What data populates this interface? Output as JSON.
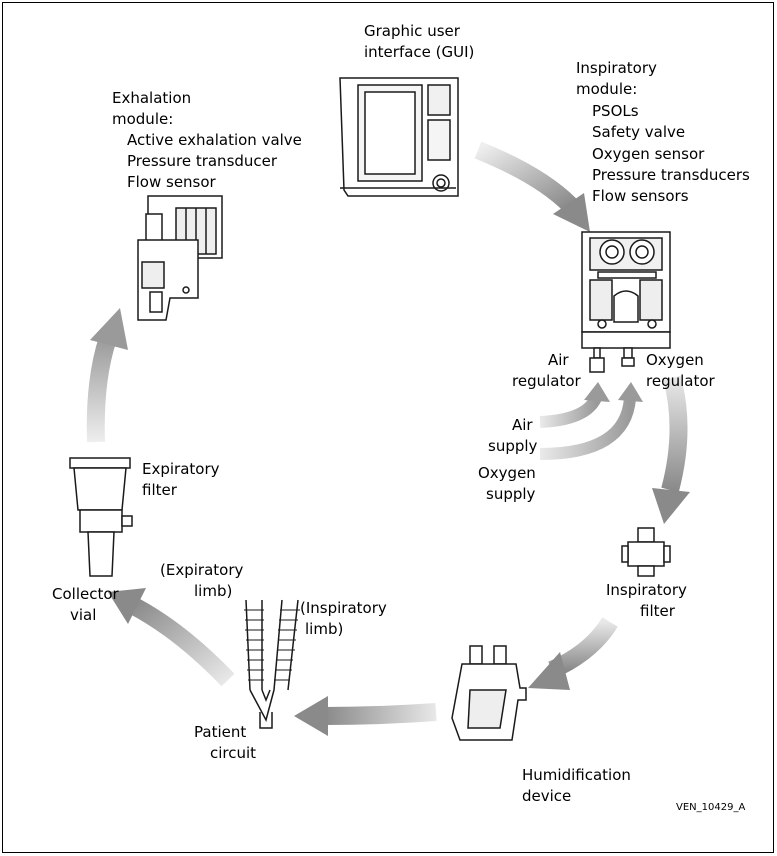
{
  "labels": {
    "gui_line1": "Graphic user",
    "gui_line2": "interface (GUI)",
    "insp_mod_1": "Inspiratory",
    "insp_mod_2": "module:",
    "insp_mod_items": [
      "PSOLs",
      "Safety valve",
      "Oxygen sensor",
      "Pressure transducers",
      "Flow sensors"
    ],
    "exh_mod_1": "Exhalation",
    "exh_mod_2": "module:",
    "exh_mod_items": [
      "Active exhalation valve",
      "Pressure transducer",
      "Flow sensor"
    ],
    "air_reg_1": "Air",
    "air_reg_2": "regulator",
    "oxy_reg_1": "Oxygen",
    "oxy_reg_2": "regulator",
    "air_sup_1": "Air",
    "air_sup_2": "supply",
    "oxy_sup_1": "Oxygen",
    "oxy_sup_2": "supply",
    "exp_filter_1": "Expiratory",
    "exp_filter_2": "filter",
    "insp_filter_1": "Inspiratory",
    "insp_filter_2": "filter",
    "exp_limb_1": "(Expiratory",
    "exp_limb_2": "limb)",
    "insp_limb_1": "(Inspiratory",
    "insp_limb_2": "limb)",
    "collector_1": "Collector",
    "collector_2": "vial",
    "patient_1": "Patient",
    "patient_2": "circuit",
    "humid_1": "Humidification",
    "humid_2": "device",
    "figure_id": "VEN_10429_A"
  },
  "colors": {
    "arrow_light": "#e6e6e6",
    "arrow_dark": "#8c8c8c",
    "stroke": "#1a1a1a"
  }
}
